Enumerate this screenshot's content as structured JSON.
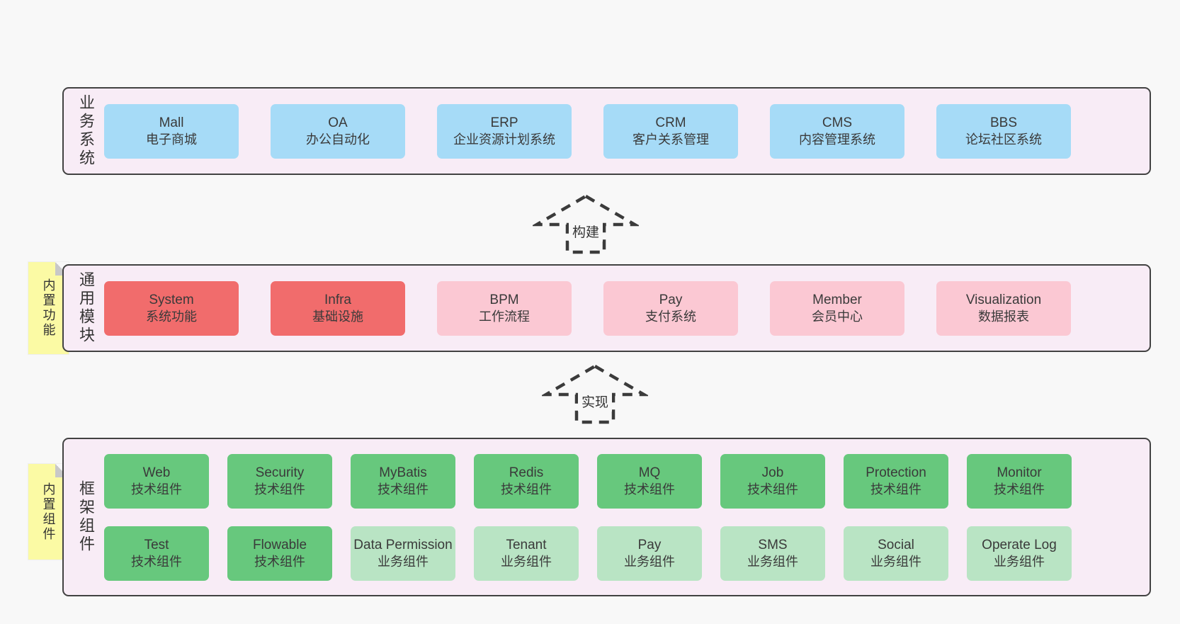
{
  "colors": {
    "page-bg": "#f8f8f8",
    "panel-bg": "#f8ecf6",
    "panel-border": "#424242",
    "note-bg": "#fbfaa4",
    "fold-gray": "#c8c8c8",
    "arrow-stroke": "#3b3b3b",
    "text": "#383838",
    "box-blue": "#a6dbf7",
    "box-red": "#f16c6c",
    "box-pink": "#fbc8d3",
    "box-green": "#67c87d",
    "box-green-light": "#b9e4c4"
  },
  "arrows": [
    {
      "label": "构建"
    },
    {
      "label": "实现"
    }
  ],
  "panels": [
    {
      "label": "业务系统",
      "note": "",
      "rows": [
        [
          {
            "title": "Mall",
            "subtitle": "电子商城",
            "color": "blue"
          },
          {
            "title": "OA",
            "subtitle": "办公自动化",
            "color": "blue"
          },
          {
            "title": "ERP",
            "subtitle": "企业资源计划系统",
            "color": "blue"
          },
          {
            "title": "CRM",
            "subtitle": "客户关系管理",
            "color": "blue"
          },
          {
            "title": "CMS",
            "subtitle": "内容管理系统",
            "color": "blue"
          },
          {
            "title": "BBS",
            "subtitle": "论坛社区系统",
            "color": "blue"
          }
        ]
      ]
    },
    {
      "label": "通用模块",
      "note": "内置功能",
      "rows": [
        [
          {
            "title": "System",
            "subtitle": "系统功能",
            "color": "red"
          },
          {
            "title": "Infra",
            "subtitle": "基础设施",
            "color": "red"
          },
          {
            "title": "BPM",
            "subtitle": "工作流程",
            "color": "pink"
          },
          {
            "title": "Pay",
            "subtitle": "支付系统",
            "color": "pink"
          },
          {
            "title": "Member",
            "subtitle": "会员中心",
            "color": "pink"
          },
          {
            "title": "Visualization",
            "subtitle": "数据报表",
            "color": "pink"
          }
        ]
      ]
    },
    {
      "label": "框架组件",
      "note": "内置组件",
      "rows": [
        [
          {
            "title": "Web",
            "subtitle": "技术组件",
            "color": "green"
          },
          {
            "title": "Security",
            "subtitle": "技术组件",
            "color": "green"
          },
          {
            "title": "MyBatis",
            "subtitle": "技术组件",
            "color": "green"
          },
          {
            "title": "Redis",
            "subtitle": "技术组件",
            "color": "green"
          },
          {
            "title": "MQ",
            "subtitle": "技术组件",
            "color": "green"
          },
          {
            "title": "Job",
            "subtitle": "技术组件",
            "color": "green"
          },
          {
            "title": "Protection",
            "subtitle": "技术组件",
            "color": "green"
          },
          {
            "title": "Monitor",
            "subtitle": "技术组件",
            "color": "green"
          }
        ],
        [
          {
            "title": "Test",
            "subtitle": "技术组件",
            "color": "green"
          },
          {
            "title": "Flowable",
            "subtitle": "技术组件",
            "color": "green"
          },
          {
            "title": "Data Permission",
            "subtitle": "业务组件",
            "color": "green-light"
          },
          {
            "title": "Tenant",
            "subtitle": "业务组件",
            "color": "green-light"
          },
          {
            "title": "Pay",
            "subtitle": "业务组件",
            "color": "green-light"
          },
          {
            "title": "SMS",
            "subtitle": "业务组件",
            "color": "green-light"
          },
          {
            "title": "Social",
            "subtitle": "业务组件",
            "color": "green-light"
          },
          {
            "title": "Operate Log",
            "subtitle": "业务组件",
            "color": "green-light"
          }
        ]
      ]
    }
  ]
}
